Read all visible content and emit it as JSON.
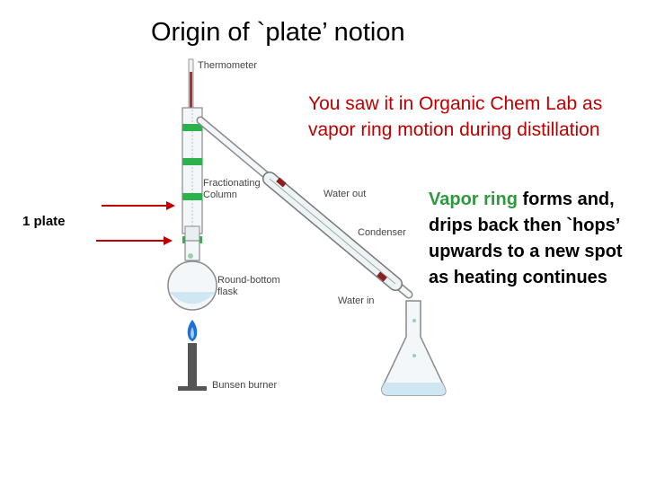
{
  "title": "Origin of `plate’ notion",
  "note_red": "You saw it in Organic Chem Lab as vapor ring motion during distillation",
  "plate_label": "1 plate",
  "vapor_note": {
    "highlight": "Vapor ring",
    "rest": " forms and, drips back then `hops’ upwards to a new spot as heating continues"
  },
  "apparatus_labels": {
    "thermometer": "Thermometer",
    "fractionating_column": "Fractionating Column",
    "water_out": "Water out",
    "condenser": "Condenser",
    "water_in": "Water in",
    "round_bottom_flask": "Round-bottom flask",
    "bunsen_burner": "Bunsen burner"
  },
  "colors": {
    "title": "#000000",
    "red_text": "#c00000",
    "arrow": "#c00000",
    "vapor_ring": "#2e9a3e",
    "plate_band": "#2bb24c",
    "flame": "#1e6fd6"
  }
}
